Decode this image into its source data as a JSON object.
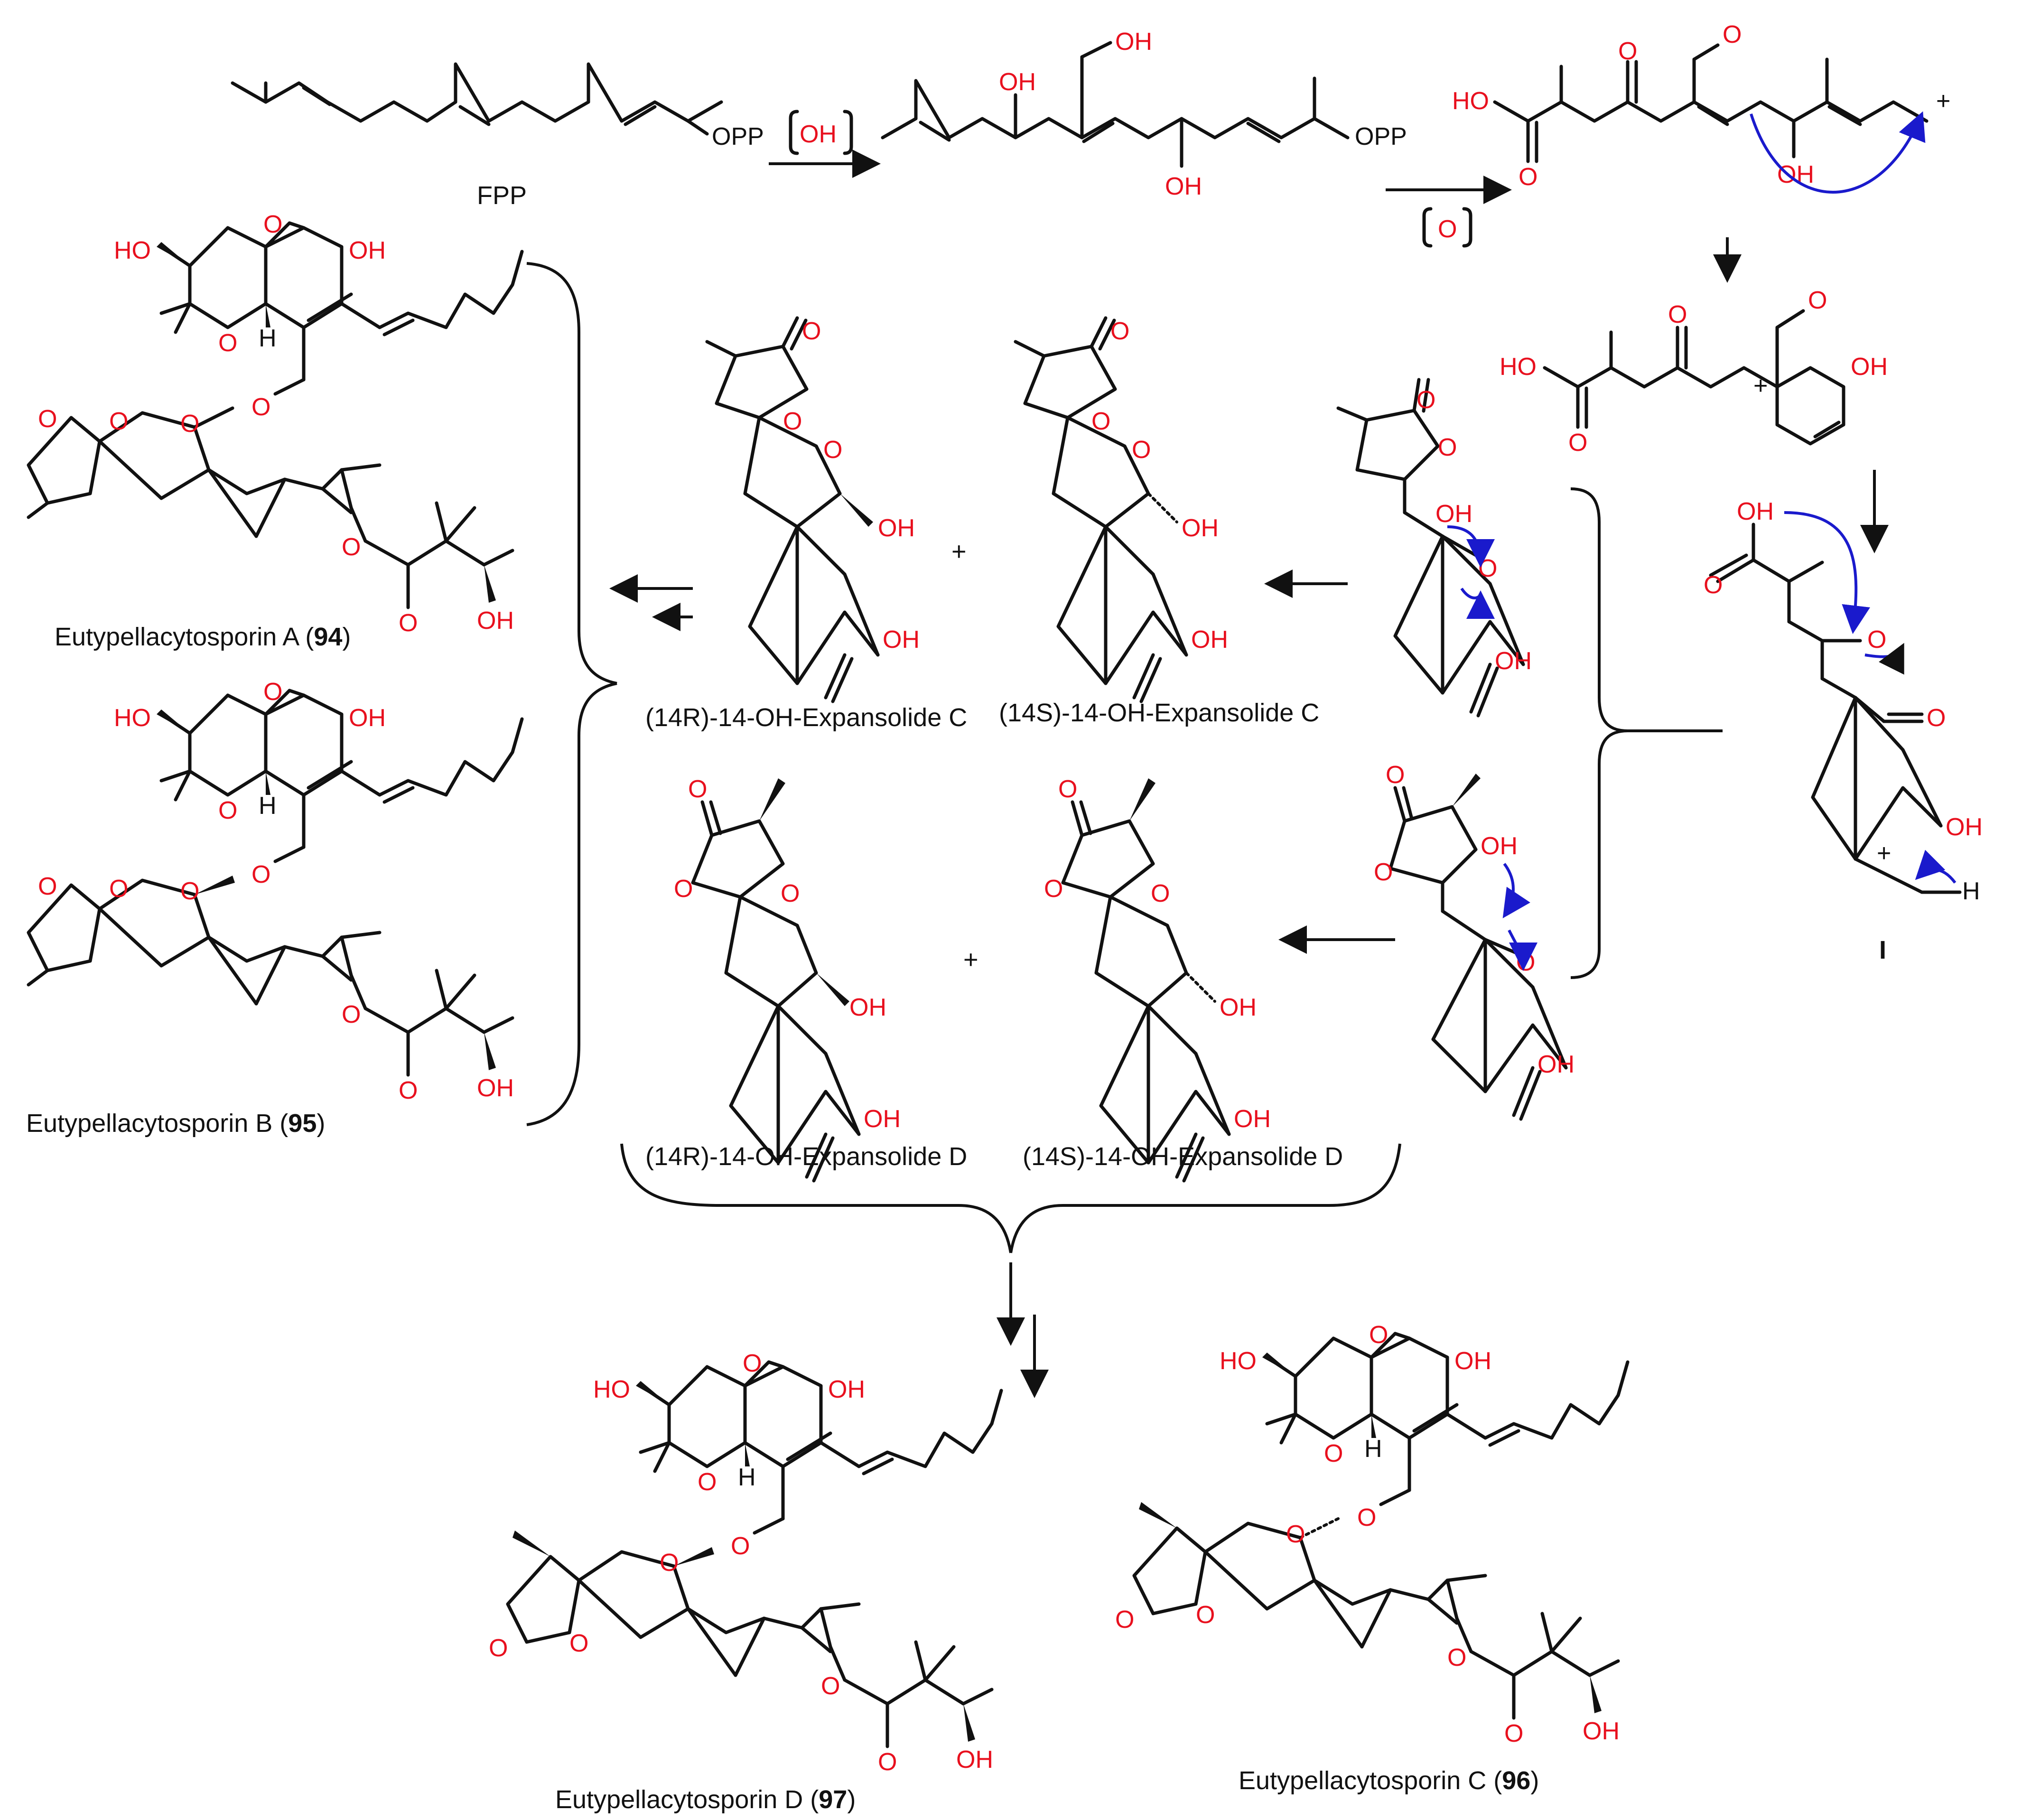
{
  "atoms": {
    "oh": "OH",
    "ho": "HO",
    "o": "O",
    "opp": "OPP",
    "h": "H",
    "plus": "+"
  },
  "reagents": {
    "hydroxylation": "OH",
    "oxidation": "O"
  },
  "labels": {
    "fpp": "FPP",
    "intermediate_I": "I",
    "exp_c_14r": "(14R)-14-OH-Expansolide C",
    "exp_c_14s": "(14S)-14-OH-Expansolide C",
    "exp_d_14r": "(14R)-14-OH-Expansolide D",
    "exp_d_14s": "(14S)-14-OH-Expansolide D",
    "plus_sign": "+"
  },
  "compounds": [
    {
      "name": "Eutypellacytosporin A",
      "number": "94"
    },
    {
      "name": "Eutypellacytosporin B",
      "number": "95"
    },
    {
      "name": "Eutypellacytosporin C",
      "number": "96"
    },
    {
      "name": "Eutypellacytosporin D",
      "number": "97"
    }
  ],
  "colors": {
    "heteroatom": "#e8101e",
    "electron_arrow": "#1a1acc",
    "bond": "#111111"
  }
}
